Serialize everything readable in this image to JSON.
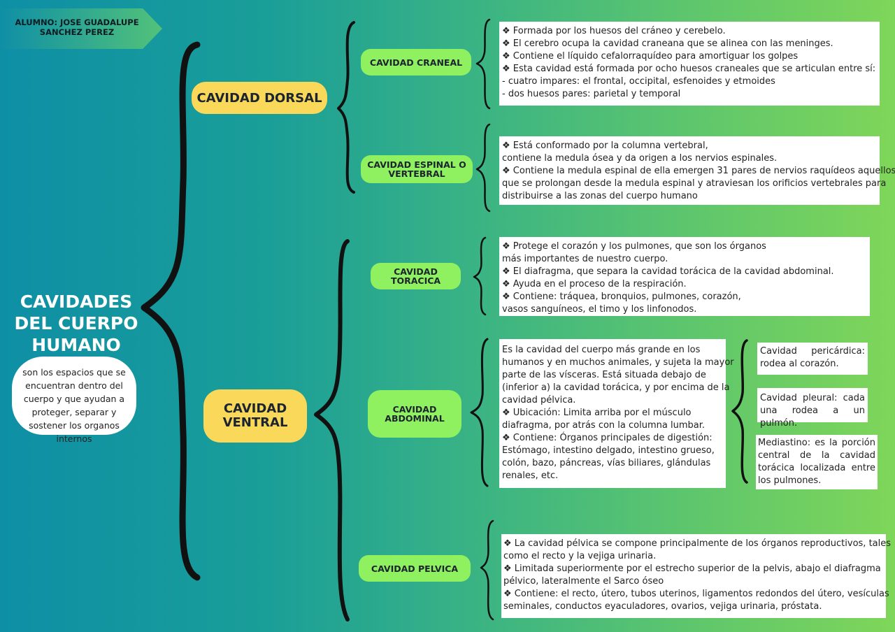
{
  "student": "ALUMNO: JOSE GUADALUPE SANCHEZ PEREZ",
  "title": "CAVIDADES DEL CUERPO HUMANO",
  "description": "son los espacios que se encuentran dentro del cuerpo  y que ayudan a proteger, separar y sostener los organos internos",
  "bullet_glyph": "❖",
  "dorsal": {
    "label": "CAVIDAD DORSAL",
    "craneal": {
      "label": "CAVIDAD CRANEAL",
      "lines": [
        "❖ Formada por los huesos del cráneo y cerebelo.",
        "❖ El cerebro ocupa la cavidad craneana que se alinea con las meninges.",
        "❖ Contiene el líquido cefalorraquídeo para amortiguar los golpes",
        "❖ Esta cavidad está formada por ocho huesos craneales que se articulan entre sí:",
        "- cuatro impares: el frontal, occipital, esfenoides y etmoides",
        "- dos huesos pares: parietal y temporal"
      ]
    },
    "espinal": {
      "label": "CAVIDAD ESPINAL O VERTEBRAL",
      "lines": [
        "❖ Está conformado por la columna vertebral,",
        "contiene la medula ósea y da origen a los nervios espinales.",
        "❖ Contiene la medula espinal de ella emergen 31 pares de nervios raquídeos aquellos",
        "que se prolongan desde la medula espinal y atraviesan los orificios vertebrales para",
        "distribuirse a las zonas del cuerpo humano"
      ]
    }
  },
  "ventral": {
    "label": "CAVIDAD VENTRAL",
    "toracica": {
      "label": "CAVIDAD TORACICA",
      "lines": [
        "❖ Protege el corazón y los pulmones, que son los órganos",
        "más importantes de nuestro cuerpo.",
        "❖ El diafragma, que separa la cavidad torácica de la cavidad abdominal.",
        "❖ Ayuda en el proceso de la respiración.",
        "❖ Contiene: tráquea, bronquios, pulmones, corazón,",
        "vasos sanguíneos, el timo y los linfonodos."
      ]
    },
    "abdominal": {
      "label": "CAVIDAD ABDOMINAL",
      "lines": [
        "Es la cavidad del cuerpo más grande en los",
        "humanos y en muchos animales, y sujeta la mayor",
        "parte de las vísceras. Está situada debajo de",
        "(inferior a) la cavidad torácica, y por encima de la",
        "cavidad pélvica.",
        "❖ Ubicación: Limita arriba por el músculo",
        "diafragma, por atrás con la columna lumbar.",
        "❖ Contiene: Órganos principales de digestión:",
        "Estómago, intestino delgado, intestino grueso,",
        "colón, bazo, páncreas, vías biliares, glándulas",
        "renales, etc."
      ],
      "sub": [
        "Cavidad pericárdica: rodea al corazón.",
        "Cavidad pleural: cada una rodea a un pulmón.",
        " Mediastino: es la porción central de la cavidad torácica localizada entre los pulmones."
      ]
    },
    "pelvica": {
      "label": "CAVIDAD PELVICA",
      "lines": [
        "❖ La cavidad pélvica se compone principalmente de los órganos reproductivos, tales",
        "como el recto y la vejiga urinaria.",
        "❖ Limitada superiormente por el estrecho superior de la pelvis, abajo el diafragma",
        "pélvico,  lateralmente el Sarco óseo",
        "❖ Contiene: el recto, útero, tubos uterinos, ligamentos redondos del útero, vesículas",
        "seminales, conductos eyaculadores, ovarios, vejiga urinaria, próstata."
      ]
    }
  }
}
